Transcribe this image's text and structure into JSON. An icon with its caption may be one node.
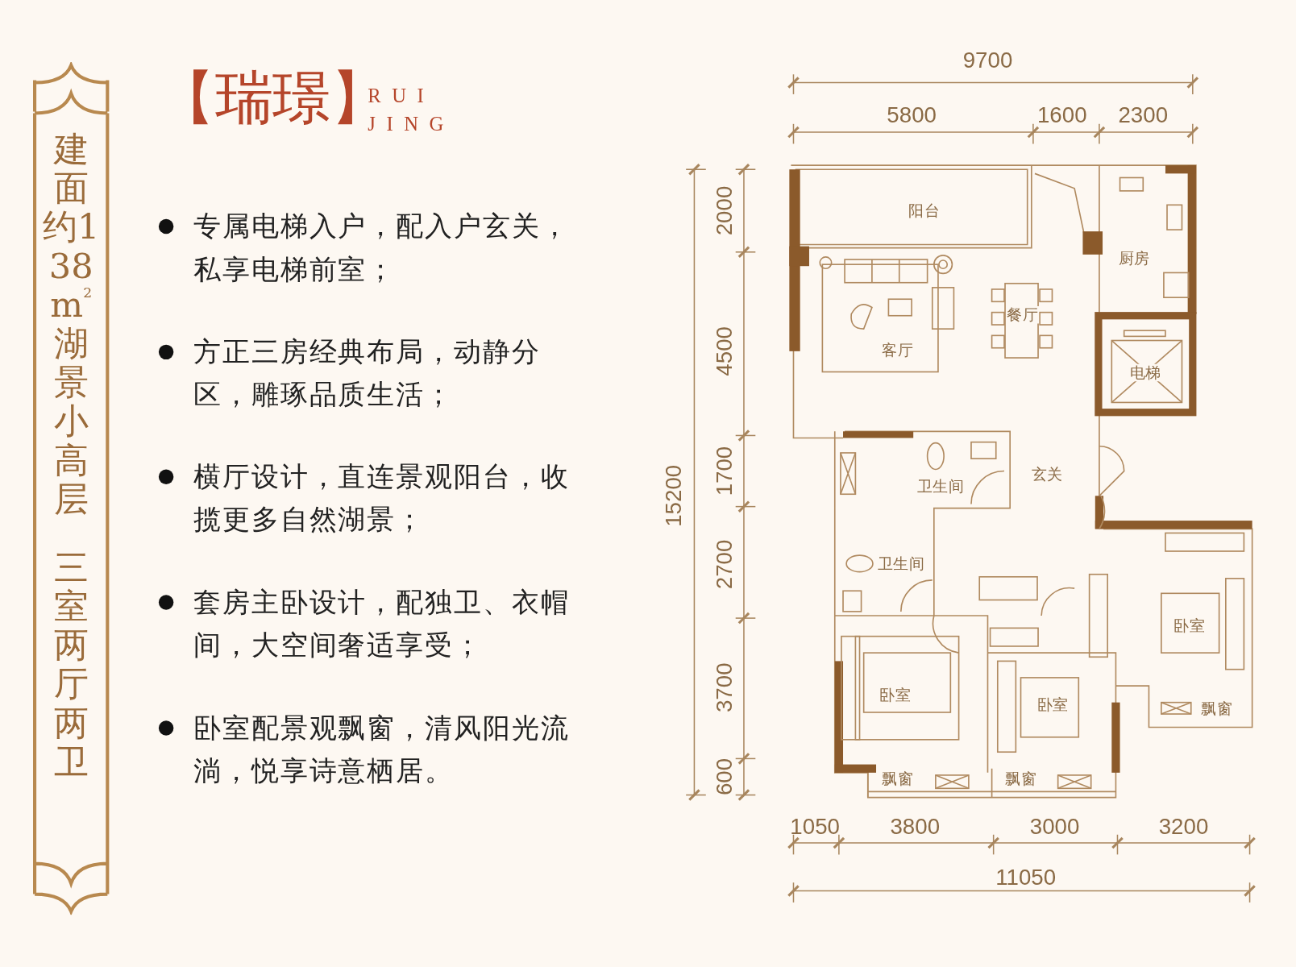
{
  "diagram": {
    "title": "【瑞璟】",
    "nodes": [
      {
        "text": [
          "建面约138m$^{2}$湖景小高层",
          "三室两厅两卫"
        ]
      }
    ],
    "edges": [],
    "labels": [
      "RUI JING",
      "专属电梯入户，配入户玄关，私享电梯前室；",
      "方正三房经典布局，动静分区，雕琢品质生活；",
      "横厅设计，直连景观阳台，收揽更多自然湖景；",
      "套房主卧设计，配独卫、衣帽间，大空间奢适享受；",
      "卧室配景观飘窗，清风阳光流淌，悦享诗意栖居。",
      "9700",
      "5800",
      "1600",
      "2300",
      "阳台",
      "厨房",
      "餐厅",
      "客厅",
      "电梯",
      "卫生间",
      "玄关",
      "卫生间",
      "卧室",
      "卧室",
      "卧室",
      "飘窗",
      "飘窗",
      "飘窗",
      "2000",
      "4500",
      "1700",
      "2700",
      "3700",
      "600",
      "15200",
      "1050",
      "3800",
      "3000",
      "3200",
      "11050"
    ]
  }
}
